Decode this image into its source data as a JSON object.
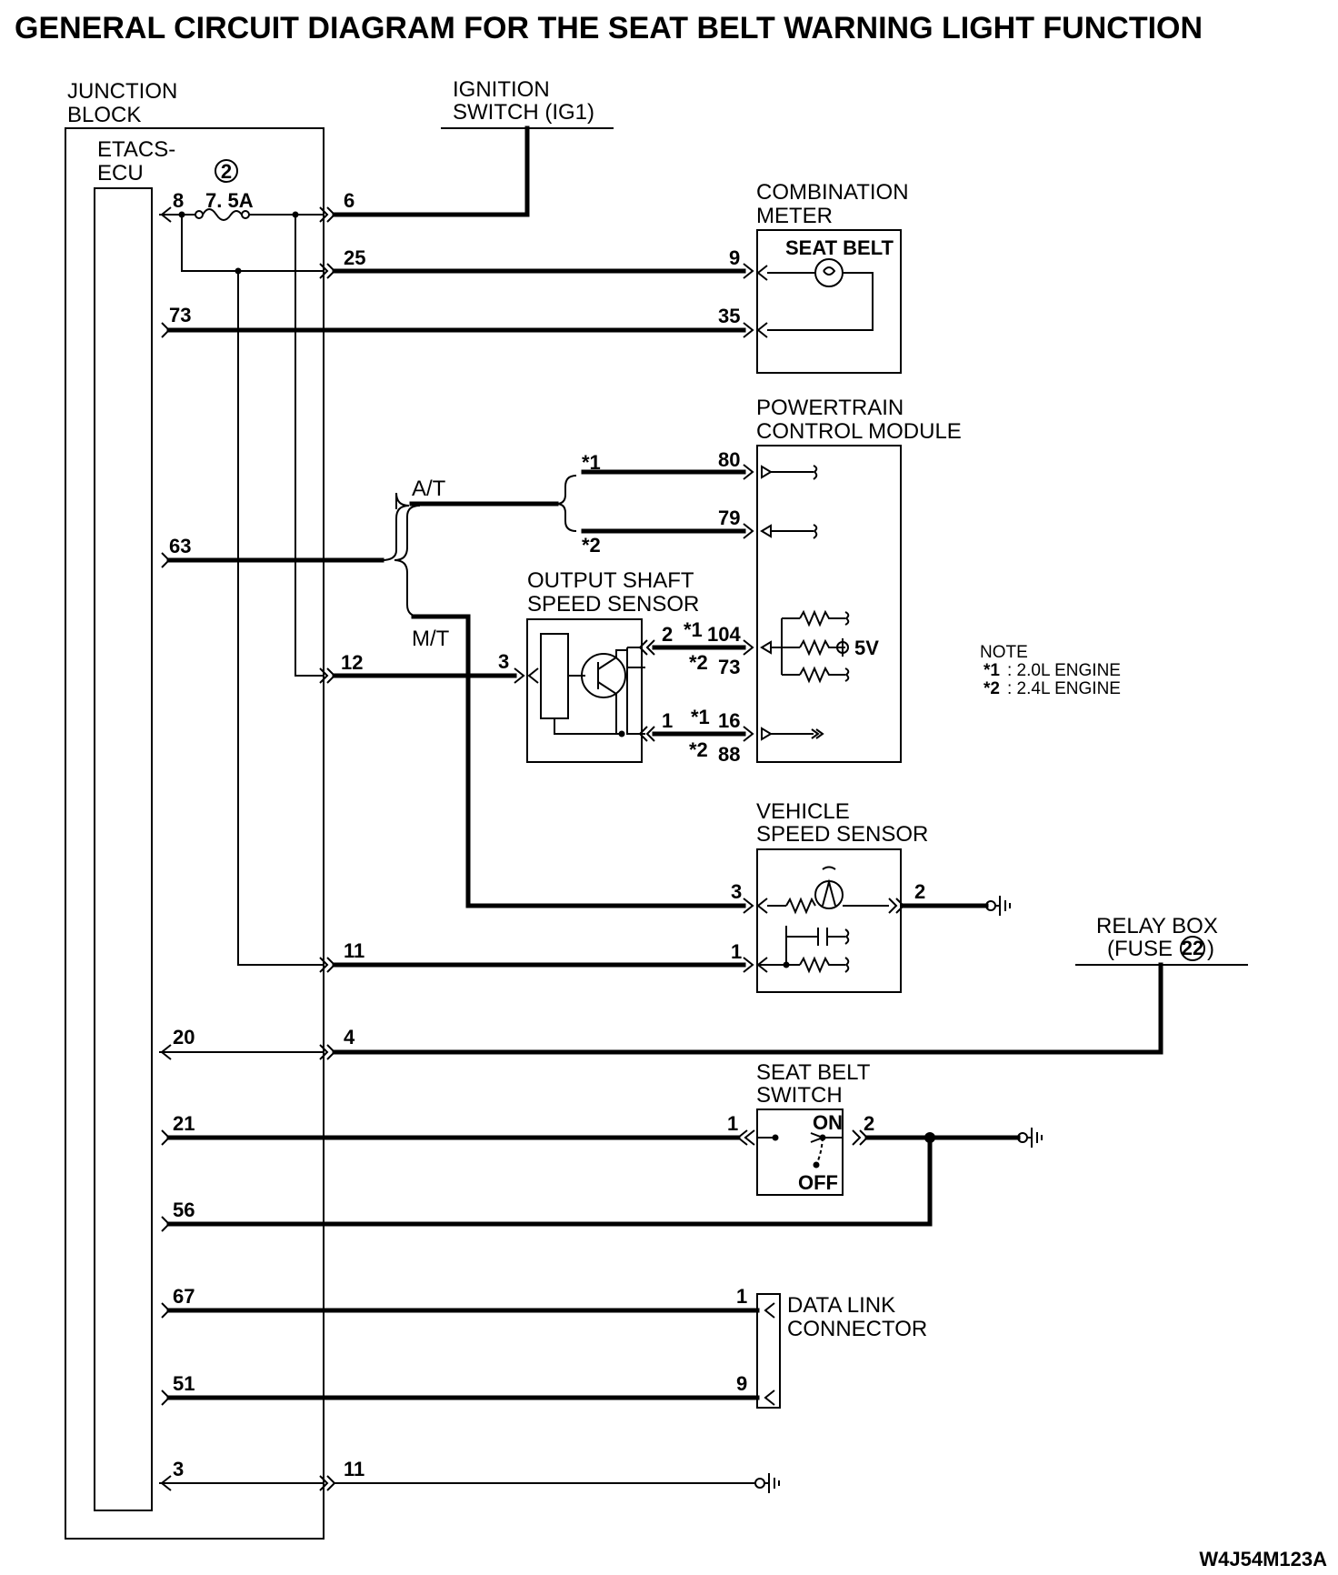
{
  "title": "GENERAL CIRCUIT DIAGRAM FOR THE SEAT BELT WARNING LIGHT FUNCTION",
  "figure_id": "W4J54M123A",
  "junction_block": {
    "label_1": "JUNCTION",
    "label_2": "BLOCK",
    "ecu_1": "ETACS-",
    "ecu_2": "ECU",
    "fuse_no": "2",
    "fuse_rating": "7. 5A"
  },
  "ignition": {
    "line1": "IGNITION",
    "line2": "SWITCH (IG1)"
  },
  "combination_meter": {
    "line1": "COMBINATION",
    "line2": "METER",
    "lamp": "SEAT  BELT"
  },
  "pcm": {
    "line1": "POWERTRAIN",
    "line2": "CONTROL MODULE",
    "supply": "5V"
  },
  "transmission": {
    "at": "A/T",
    "mt": "M/T"
  },
  "output_shaft_sensor": {
    "line1": "OUTPUT SHAFT",
    "line2": "SPEED SENSOR"
  },
  "vehicle_speed_sensor": {
    "line1": "VEHICLE",
    "line2": "SPEED SENSOR"
  },
  "relay_box": {
    "line1": "RELAY BOX",
    "line2a": "(FUSE",
    "fuse_no": "22",
    "line2b": ")"
  },
  "seat_belt_switch": {
    "line1": "SEAT BELT",
    "line2": "SWITCH",
    "on": "ON",
    "off": "OFF"
  },
  "data_link": {
    "line1": "DATA LINK",
    "line2": "CONNECTOR"
  },
  "note": {
    "title": "NOTE",
    "n1_mark": "*1",
    "n1_text": ": 2.0L ENGINE",
    "n2_mark": "*2",
    "n2_text": ": 2.4L ENGINE"
  },
  "markers": {
    "star1": "*1",
    "star2": "*2"
  },
  "pins": {
    "ecu": [
      "8",
      "73",
      "63",
      "20",
      "21",
      "56",
      "67",
      "51",
      "3"
    ],
    "jb": [
      "6",
      "25",
      "12",
      "11",
      "4",
      "11"
    ],
    "meter": [
      "9",
      "35"
    ],
    "pcm": [
      "80",
      "79",
      "104",
      "73",
      "16",
      "88"
    ],
    "oss": [
      "3",
      "2",
      "1"
    ],
    "vss": [
      "3",
      "2",
      "1"
    ],
    "sbs": [
      "1",
      "2"
    ],
    "dlc": [
      "1",
      "9"
    ]
  }
}
